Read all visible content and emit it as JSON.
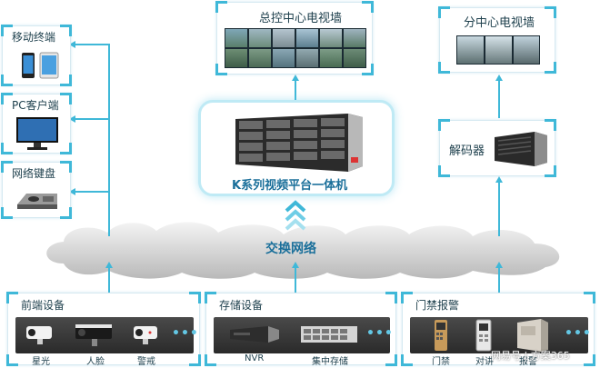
{
  "left_column": {
    "mobile": {
      "title": "移动终端"
    },
    "pc": {
      "title": "PC客户端"
    },
    "keyboard": {
      "title": "网络键盘"
    }
  },
  "center": {
    "video_wall": {
      "title": "总控中心电视墙"
    },
    "platform": {
      "title": "K系列视频平台一体机"
    }
  },
  "right_column": {
    "sub_wall": {
      "title": "分中心电视墙"
    },
    "decoder": {
      "title": "解码器"
    }
  },
  "network": {
    "label": "交换网络"
  },
  "bottom": {
    "frontend": {
      "title": "前端设备",
      "devices": [
        "星光",
        "人脸",
        "警戒"
      ]
    },
    "storage": {
      "title": "存储设备",
      "devices": [
        "NVR",
        "集中存储"
      ]
    },
    "access": {
      "title": "门禁报警",
      "devices": [
        "门禁",
        "对讲",
        "报警"
      ]
    }
  },
  "watermark": "网易号 | 方案365",
  "colors": {
    "accent": "#3fb8d8",
    "text": "#1d3f4c",
    "platform_text": "#1a6f9a"
  },
  "icons": [
    "phone-icon",
    "tablet-icon",
    "monitor-icon",
    "network-keyboard-icon",
    "server-rack-icon",
    "decoder-icon",
    "camera-icon",
    "nvr-icon",
    "storage-server-icon",
    "door-access-icon",
    "intercom-icon",
    "alarm-host-icon",
    "cloud-icon",
    "up-arrows-icon"
  ]
}
